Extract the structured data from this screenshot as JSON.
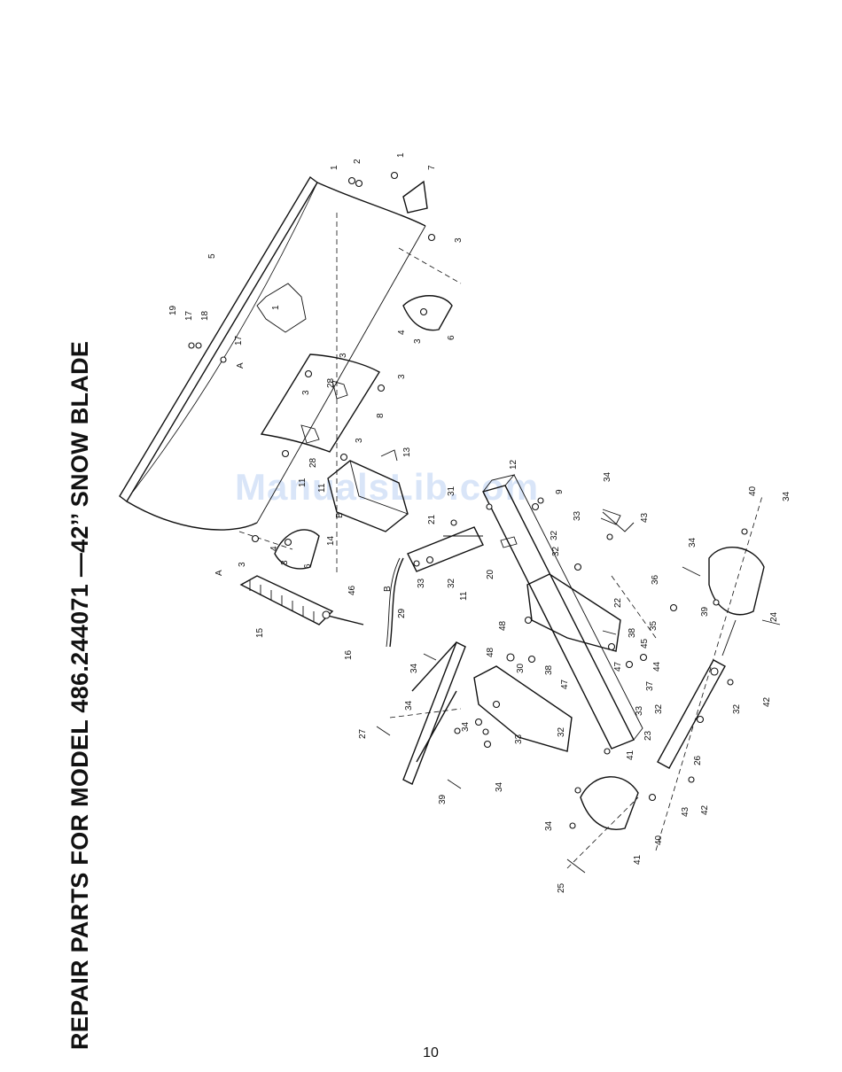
{
  "document": {
    "title": "REPAIR PARTS FOR MODEL  486.244071 —42’’ SNOW BLADE",
    "page_number": "10",
    "watermark": "ManualsLib.com"
  },
  "callouts": [
    {
      "id": "c1",
      "text": "1"
    },
    {
      "id": "c2",
      "text": "2"
    },
    {
      "id": "c3",
      "text": "1"
    },
    {
      "id": "c4",
      "text": "7"
    },
    {
      "id": "c5",
      "text": "3"
    },
    {
      "id": "c6",
      "text": "5"
    },
    {
      "id": "c7",
      "text": "19"
    },
    {
      "id": "c8",
      "text": "17"
    },
    {
      "id": "c9",
      "text": "18"
    },
    {
      "id": "c10",
      "text": "17"
    },
    {
      "id": "c11",
      "text": "A"
    },
    {
      "id": "c12",
      "text": "1"
    },
    {
      "id": "c13",
      "text": "4"
    },
    {
      "id": "c14",
      "text": "3"
    },
    {
      "id": "c15",
      "text": "6"
    },
    {
      "id": "c16",
      "text": "3"
    },
    {
      "id": "c17",
      "text": "28"
    },
    {
      "id": "c18",
      "text": "3"
    },
    {
      "id": "c19",
      "text": "8"
    },
    {
      "id": "c20",
      "text": "3"
    },
    {
      "id": "c21",
      "text": "3"
    },
    {
      "id": "c22",
      "text": "28"
    },
    {
      "id": "c23",
      "text": "13"
    },
    {
      "id": "c24",
      "text": "11"
    },
    {
      "id": "c25",
      "text": "11"
    },
    {
      "id": "c26",
      "text": "14"
    },
    {
      "id": "c27",
      "text": "B"
    },
    {
      "id": "c28",
      "text": "4"
    },
    {
      "id": "c29",
      "text": "3"
    },
    {
      "id": "c30",
      "text": "6"
    },
    {
      "id": "c31",
      "text": "3"
    },
    {
      "id": "c32",
      "text": "12"
    },
    {
      "id": "c33",
      "text": "31"
    },
    {
      "id": "c34",
      "text": "34"
    },
    {
      "id": "c35",
      "text": "9"
    },
    {
      "id": "c36",
      "text": "33"
    },
    {
      "id": "c37",
      "text": "43"
    },
    {
      "id": "c38",
      "text": "21"
    },
    {
      "id": "c39",
      "text": "32"
    },
    {
      "id": "c40",
      "text": "A"
    },
    {
      "id": "c41",
      "text": "15"
    },
    {
      "id": "c42",
      "text": "16"
    },
    {
      "id": "c43",
      "text": "46"
    },
    {
      "id": "c44",
      "text": "B"
    },
    {
      "id": "c45",
      "text": "29"
    },
    {
      "id": "c46",
      "text": "33"
    },
    {
      "id": "c47",
      "text": "32"
    },
    {
      "id": "c48",
      "text": "11"
    },
    {
      "id": "c49",
      "text": "20"
    },
    {
      "id": "c50",
      "text": "32"
    },
    {
      "id": "c51",
      "text": "22"
    },
    {
      "id": "c52",
      "text": "40"
    },
    {
      "id": "c53",
      "text": "34"
    },
    {
      "id": "c54",
      "text": "34"
    },
    {
      "id": "c55",
      "text": "36"
    },
    {
      "id": "c56",
      "text": "39"
    },
    {
      "id": "c57",
      "text": "24"
    },
    {
      "id": "c58",
      "text": "48"
    },
    {
      "id": "c59",
      "text": "34"
    },
    {
      "id": "c60",
      "text": "48"
    },
    {
      "id": "c61",
      "text": "30"
    },
    {
      "id": "c62",
      "text": "38"
    },
    {
      "id": "c63",
      "text": "38"
    },
    {
      "id": "c64",
      "text": "47"
    },
    {
      "id": "c65",
      "text": "47"
    },
    {
      "id": "c66",
      "text": "35"
    },
    {
      "id": "c67",
      "text": "45"
    },
    {
      "id": "c68",
      "text": "44"
    },
    {
      "id": "c69",
      "text": "37"
    },
    {
      "id": "c70",
      "text": "32"
    },
    {
      "id": "c71",
      "text": "33"
    },
    {
      "id": "c72",
      "text": "32"
    },
    {
      "id": "c73",
      "text": "42"
    },
    {
      "id": "c74",
      "text": "34"
    },
    {
      "id": "c75",
      "text": "27"
    },
    {
      "id": "c76",
      "text": "34"
    },
    {
      "id": "c77",
      "text": "33"
    },
    {
      "id": "c78",
      "text": "32"
    },
    {
      "id": "c79",
      "text": "23"
    },
    {
      "id": "c80",
      "text": "26"
    },
    {
      "id": "c81",
      "text": "41"
    },
    {
      "id": "c82",
      "text": "39"
    },
    {
      "id": "c83",
      "text": "34"
    },
    {
      "id": "c84",
      "text": "43"
    },
    {
      "id": "c85",
      "text": "42"
    },
    {
      "id": "c86",
      "text": "34"
    },
    {
      "id": "c87",
      "text": "40"
    },
    {
      "id": "c88",
      "text": "41"
    },
    {
      "id": "c89",
      "text": "25"
    },
    {
      "id": "c90",
      "text": "34"
    }
  ]
}
